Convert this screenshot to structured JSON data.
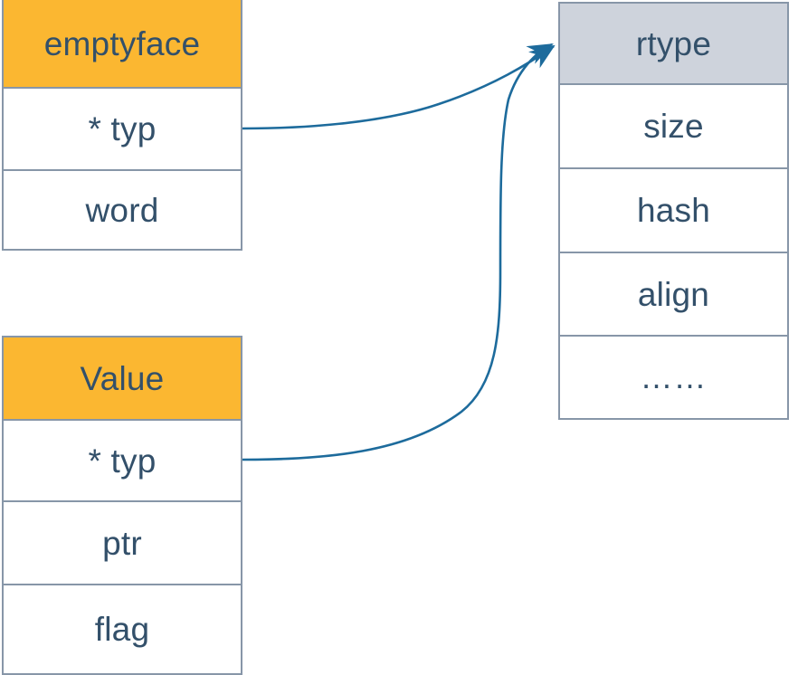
{
  "diagram": {
    "title": "Go reflect structs pointing to rtype",
    "colors": {
      "header_orange": "#fbb731",
      "header_gray": "#ced3dc",
      "border": "#8796a8",
      "text": "#33506a",
      "connector": "#1d6b9c",
      "background": "#ffffff"
    },
    "structs": [
      {
        "id": "emptyface",
        "header_style": "orange",
        "rows": [
          {
            "label": "emptyface",
            "role": "header"
          },
          {
            "label": "* typ",
            "role": "field"
          },
          {
            "label": "word",
            "role": "field"
          }
        ]
      },
      {
        "id": "value",
        "header_style": "orange",
        "rows": [
          {
            "label": "Value",
            "role": "header"
          },
          {
            "label": "* typ",
            "role": "field"
          },
          {
            "label": "ptr",
            "role": "field"
          },
          {
            "label": "flag",
            "role": "field"
          }
        ]
      },
      {
        "id": "rtype",
        "header_style": "gray",
        "rows": [
          {
            "label": "rtype",
            "role": "header"
          },
          {
            "label": "size",
            "role": "field"
          },
          {
            "label": "hash",
            "role": "field"
          },
          {
            "label": "align",
            "role": "field"
          },
          {
            "label": "……",
            "role": "field"
          }
        ]
      }
    ],
    "connectors": [
      {
        "id": "emptyface-typ-to-rtype",
        "from": "emptyface.* typ",
        "to": "rtype",
        "arrowhead": true
      },
      {
        "id": "value-typ-to-rtype",
        "from": "Value.* typ",
        "to": "rtype",
        "arrowhead": true
      }
    ]
  }
}
